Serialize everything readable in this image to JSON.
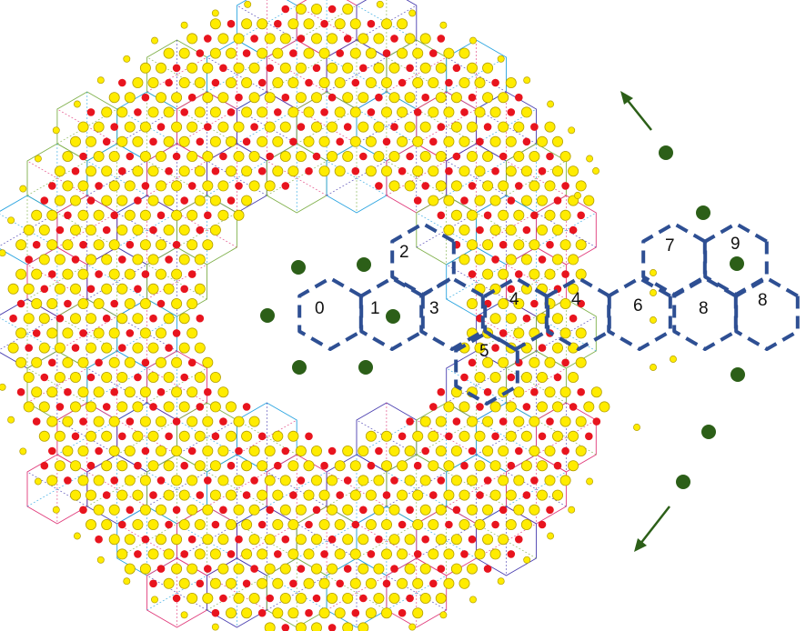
{
  "colors": {
    "background": "#ffffff",
    "atom_fill": "#ffec00",
    "atom_stroke": "#b5a000",
    "red_atom": "#e8141e",
    "dashed_hex": "#2e4f93",
    "green_dot": "#2c5f18",
    "lattice_lines": [
      "#2aa4e0",
      "#e03a7a",
      "#4a3fb0",
      "#7fb04a"
    ]
  },
  "labels": [
    "0",
    "1",
    "2",
    "3",
    "4",
    "4",
    "5",
    "6",
    "7",
    "8",
    "8",
    "9"
  ],
  "arrows": [
    {
      "name": "arrow-up-left",
      "icon": "arrow-icon"
    },
    {
      "name": "arrow-down-left",
      "icon": "arrow-icon"
    }
  ]
}
